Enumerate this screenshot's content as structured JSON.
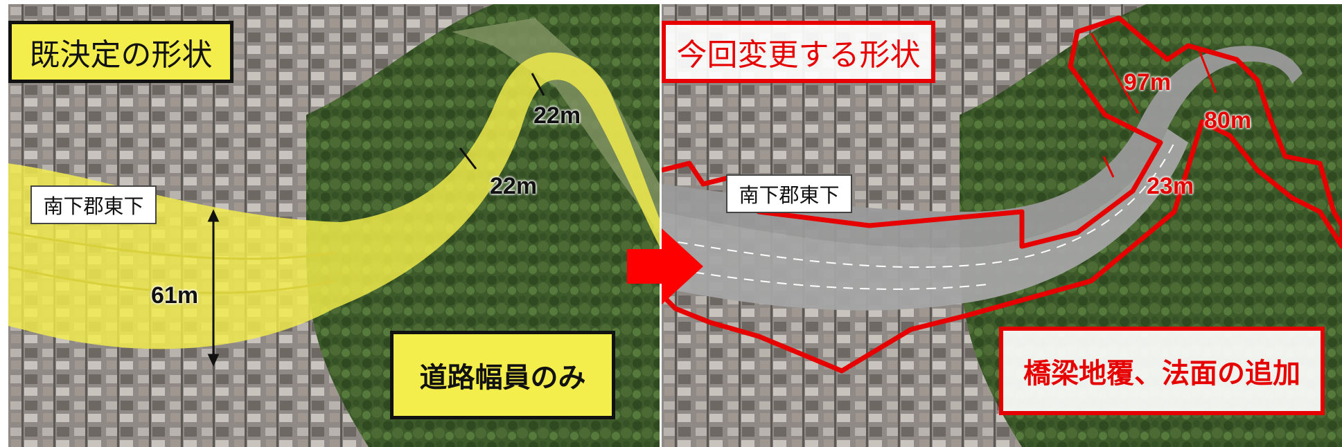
{
  "left_panel": {
    "title": "既決定の形状",
    "place_label": "南下郡東下",
    "bottom_label": "道路幅員のみ",
    "dimensions": {
      "d1": "22m",
      "d2": "22m",
      "d3": "61m"
    }
  },
  "right_panel": {
    "title": "今回変更する形状",
    "place_label": "南下郡東下",
    "bottom_label": "橋梁地覆、法面の追加",
    "dimensions": {
      "d1": "97m",
      "d2": "80m",
      "d3": "23m"
    }
  },
  "colors": {
    "highlight_yellow": "#f4ee4c",
    "outline_red": "#e60000",
    "road_gray": "#9a9a9a",
    "arrow_red": "#ff0000"
  },
  "icons": {
    "transition_arrow": "arrow-right-icon"
  }
}
